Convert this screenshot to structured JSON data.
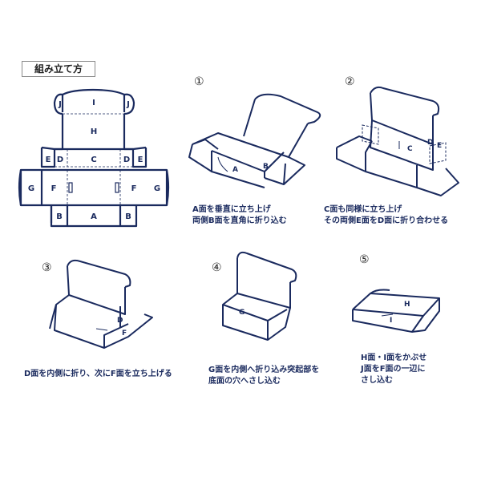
{
  "title": "組み立て方",
  "net": {
    "labels": {
      "J_left": "J",
      "I": "I",
      "J_right": "J",
      "H": "H",
      "E_left": "E",
      "D_left": "D",
      "C": "C",
      "D_right": "D",
      "E_right": "E",
      "G_left": "G",
      "F_left": "F",
      "F_right": "F",
      "G_right": "G",
      "B_left": "B",
      "A": "A",
      "B_right": "B"
    }
  },
  "steps": [
    {
      "num": "①",
      "caption_lines": [
        "A面を垂直に立ち上げ",
        "両側B面を直角に折り込む"
      ],
      "labels": [
        "A",
        "B"
      ]
    },
    {
      "num": "②",
      "caption_lines": [
        "C面も同様に立ち上げ",
        "その両側E面をD面に折り合わせる"
      ],
      "labels": [
        "C",
        "D",
        "E"
      ]
    },
    {
      "num": "③",
      "caption_lines": [
        "D面を内側に折り、次にF面を立ち上げる"
      ],
      "labels": [
        "D",
        "F"
      ]
    },
    {
      "num": "④",
      "caption_lines": [
        "G面を内側へ折り込み突起部を",
        "底面の穴へさし込む"
      ],
      "labels": [
        "G"
      ]
    },
    {
      "num": "⑤",
      "caption_lines": [
        "H面・I面をかぶせ",
        "J面をF面の一辺に",
        "さし込む"
      ],
      "labels": [
        "H",
        "I"
      ]
    }
  ],
  "colors": {
    "line": "#1a2a5e",
    "text": "#1a2a5e"
  }
}
